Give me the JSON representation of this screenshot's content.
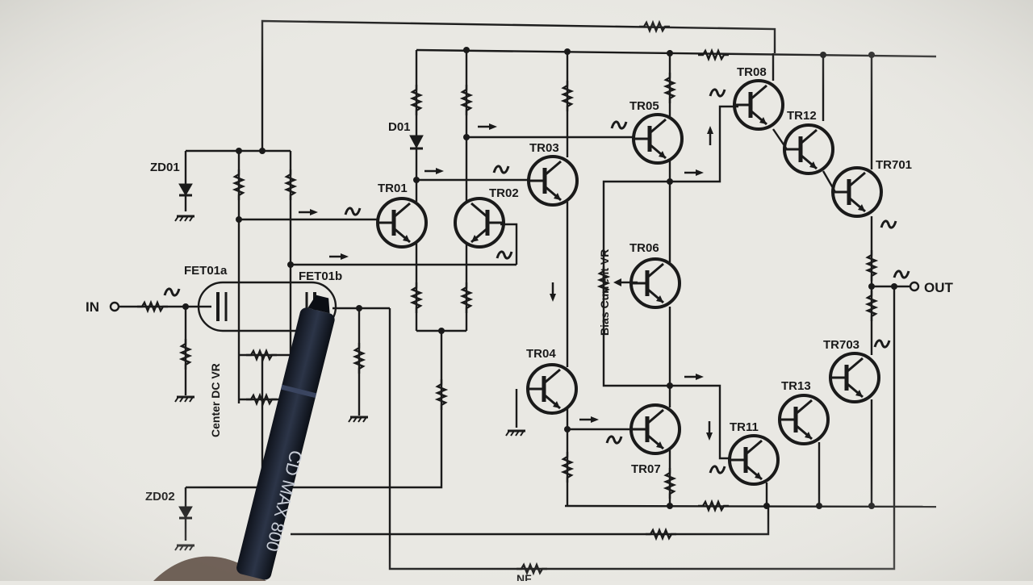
{
  "diagram": {
    "terminals": {
      "input": "IN",
      "output": "OUT"
    },
    "labels": {
      "zd01": "ZD01",
      "zd02": "ZD02",
      "fet01a": "FET01a",
      "fet01b": "FET01b",
      "d01": "D01",
      "tr01": "TR01",
      "tr02": "TR02",
      "tr03": "TR03",
      "tr04": "TR04",
      "tr05": "TR05",
      "tr06": "TR06",
      "tr07": "TR07",
      "tr08": "TR08",
      "tr11": "TR11",
      "tr12": "TR12",
      "tr13": "TR13",
      "tr701": "TR701",
      "tr703": "TR703",
      "center_dc_vr": "Center DC VR",
      "bias_current_vr": "Bias Current VR",
      "nf": "NF"
    },
    "pen_text": "CD MAX 800"
  },
  "colors": {
    "paper": "#e9e8e3",
    "ink": "#1a1a1a",
    "pen_body": "#1c2230",
    "pen_cap": "#26314a",
    "hand": "#5a4a40"
  }
}
